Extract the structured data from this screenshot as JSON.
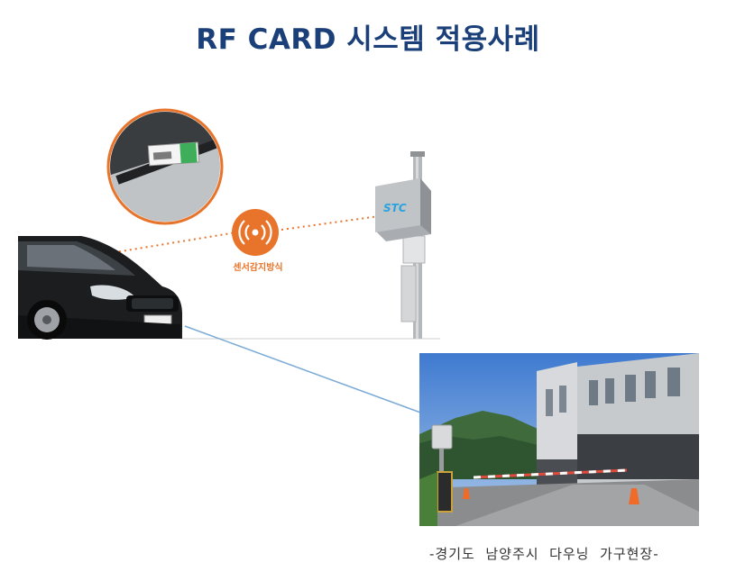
{
  "title": "RF CARD 시스템 적용사례",
  "diagram": {
    "sensor_label": "센서감지방식",
    "reader_brand": "STC"
  },
  "caption": "-경기도  남양주시  다우닝  가구현장-",
  "colors": {
    "title": "#1b3f78",
    "accent_orange": "#e8742b",
    "link_blue": "#7aaad6",
    "brand_blue": "#29a3e0"
  },
  "icons": [
    "rf-wave-icon",
    "windshield-card-magnifier",
    "rf-reader-pole",
    "car-illustration"
  ]
}
